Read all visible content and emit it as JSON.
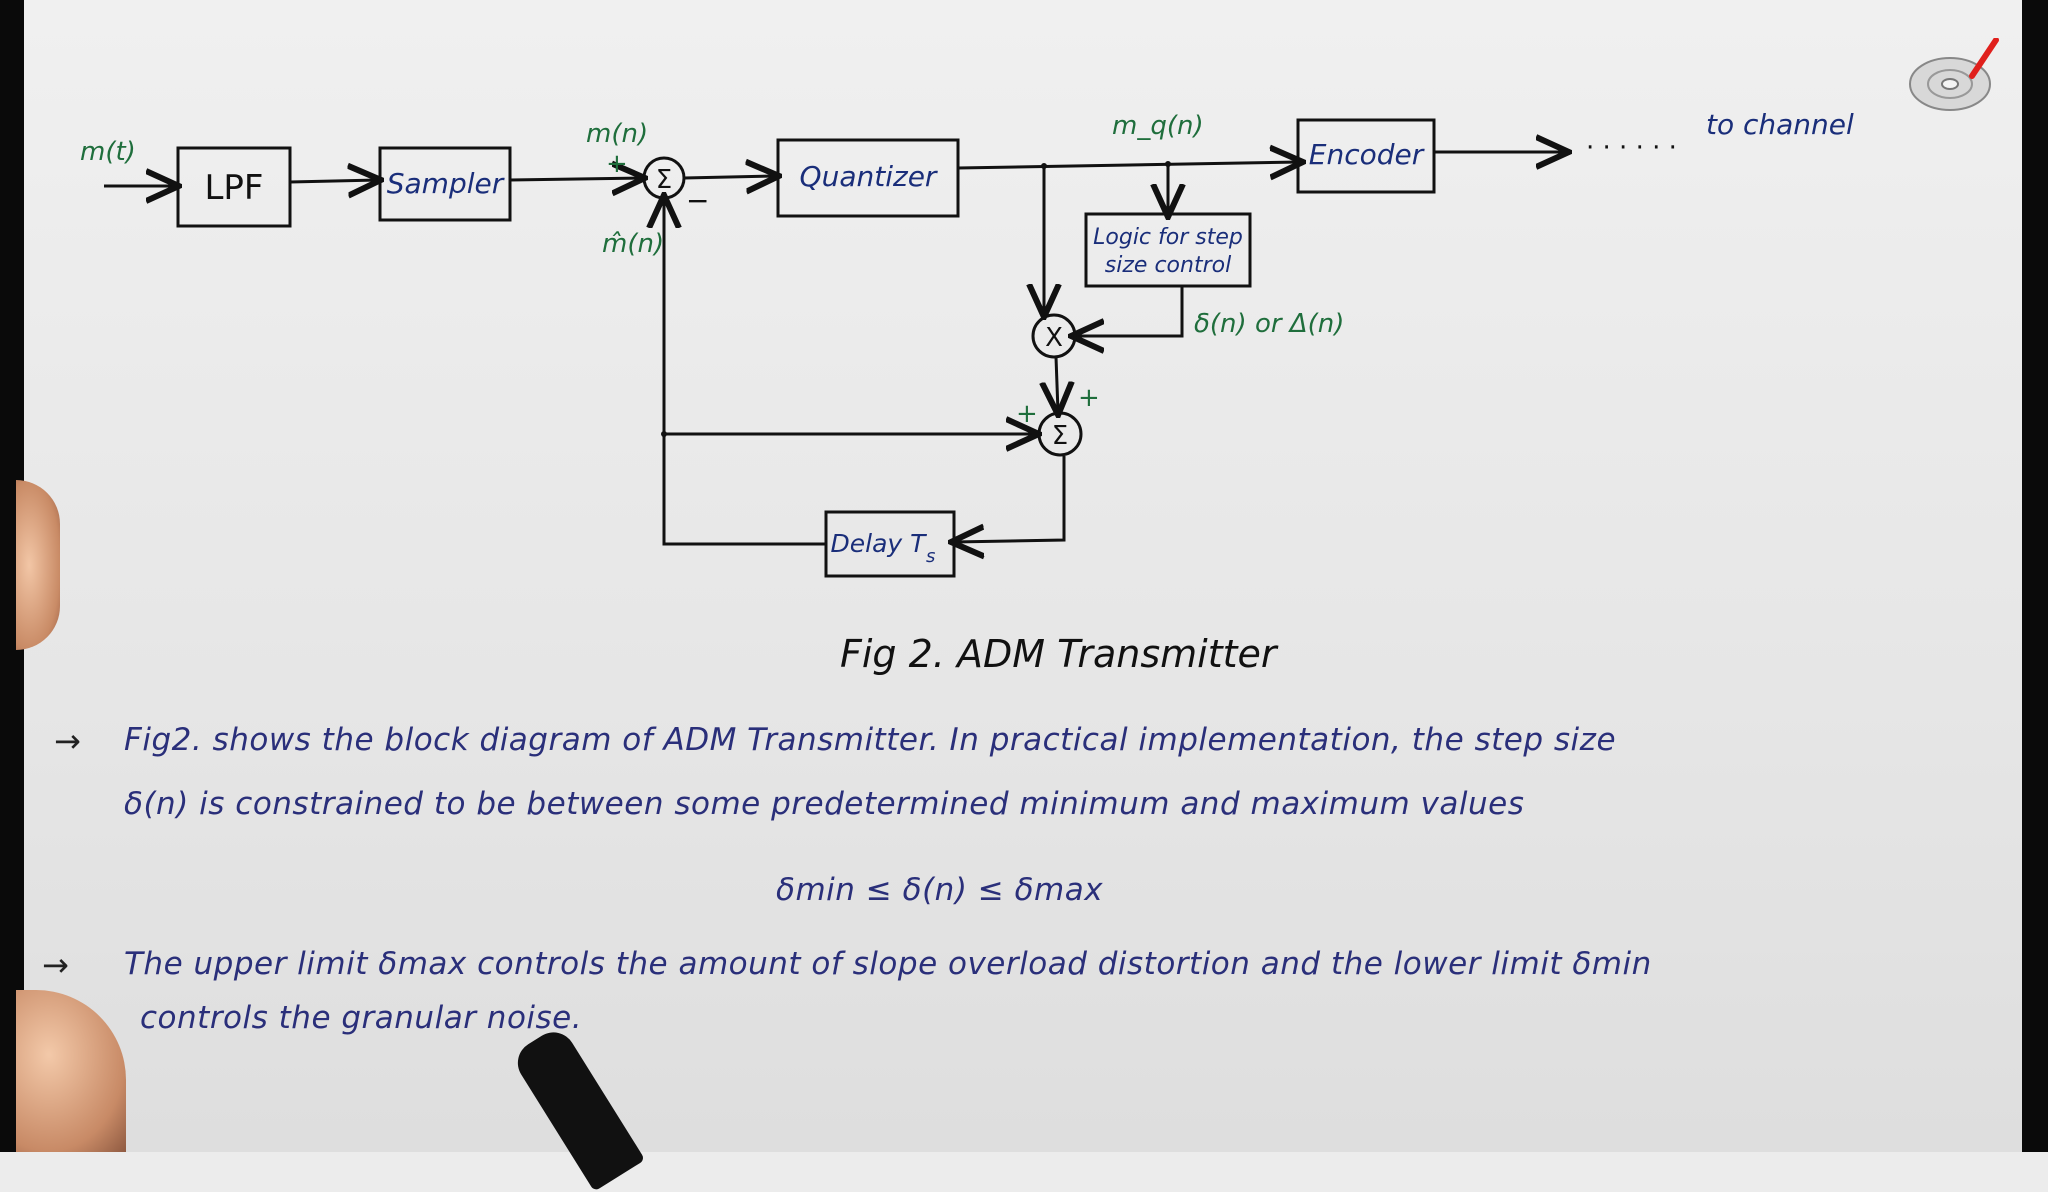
{
  "diagram": {
    "blocks": {
      "lpf": "LPF",
      "sampler": "Sampler",
      "quantizer": "Quantizer",
      "encoder": "Encoder",
      "logic_line1": "Logic for step",
      "logic_line2": "size control",
      "delay": "Delay T",
      "delay_sub": "s"
    },
    "operators": {
      "sum1": "Σ",
      "sum2": "Σ",
      "mult": "X"
    },
    "signals": {
      "input": "m(t)",
      "sampled": "m(n)",
      "predicted": "m̂(n)",
      "quantized": "m_q(n)",
      "step": "δ(n) or Δ(n)",
      "to_channel": "to channel",
      "dots": "· · · · · ·"
    },
    "signs": {
      "sum1_plus": "+",
      "sum1_minus": "−",
      "sum2_plus_left": "+",
      "sum2_plus_top": "+"
    }
  },
  "caption": "Fig 2. ADM Transmitter",
  "notes": {
    "bullet": "→",
    "p1_line1": "Fig2. shows the block diagram of ADM Transmitter. In practical implementation, the step size",
    "p1_line2": "δ(n) is constrained to be between some predetermined minimum and maximum values",
    "equation": "δmin ≤ δ(n) ≤ δmax",
    "p2_line1": "The upper limit δmax controls the amount of slope overload distortion and the lower limit δmin",
    "p2_line2": "controls the granular noise."
  },
  "colors": {
    "ink_blue": "#1a2e7a",
    "ink_green": "#1f6e3c",
    "ink_black": "#111111",
    "logo_accent": "#e0201c"
  },
  "icons": {
    "logo": "disc-with-pen-logo"
  }
}
